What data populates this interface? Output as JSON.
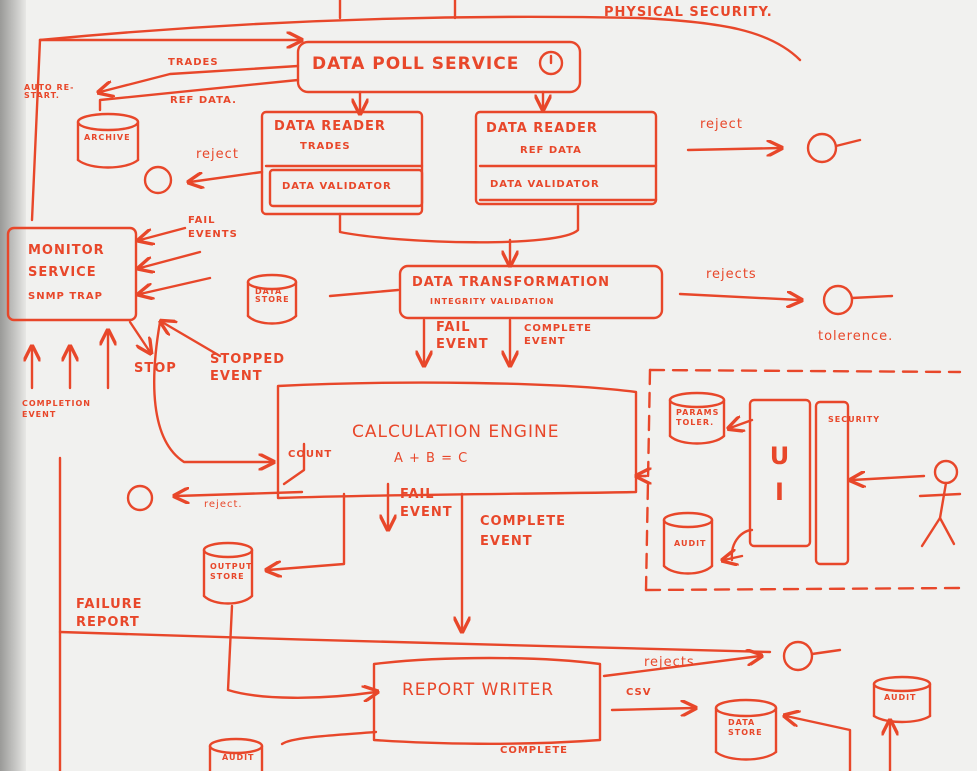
{
  "ink_color": "#e8472a",
  "board_color": "#f1f1ef",
  "labels": {
    "physical_security": "PHYSICAL SECURITY.",
    "data_poll_service": "DATA POLL SERVICE",
    "trades": "TRADES",
    "auto_restart": "AUTO RE-START.",
    "ref_data_line": "REF DATA.",
    "archive": "ARCHIVE",
    "reader_trades_title": "DATA READER",
    "reader_trades_sub": "TRADES",
    "reader_trades_validator": "DATA VALIDATOR",
    "reader_ref_title": "DATA READER",
    "reader_ref_sub": "REF DATA",
    "reader_ref_validator": "DATA VALIDATOR",
    "reject_left": "reject",
    "reject_right": "reject",
    "fail_events": "FAIL EVENTS",
    "monitor_line1": "MONITOR",
    "monitor_line2": "SERVICE",
    "monitor_line3": "SNMP TRAP",
    "data_store_left": "DATA STORE",
    "transform_title": "DATA TRANSFORMATION",
    "transform_sub": "INTEGRITY VALIDATION",
    "rejects_transform": "rejects",
    "tolerance": "tolerence.",
    "fail_event_1": "FAIL EVENT",
    "complete_event_1": "COMPLETE EVENT",
    "stop": "STOP",
    "stopped_event": "STOPPED EVENT",
    "completion_event": "COMPLETION EVENT",
    "calc_engine": "CALCULATION ENGINE",
    "count": "COUNT",
    "formula": "A + B = C",
    "params": "PARAMS TOLER.",
    "ui": "U I",
    "security_vertical": "SECURITY",
    "audit_ui": "AUDIT",
    "reject_calc": "reject.",
    "fail_event_2": "FAIL EVENT",
    "complete_event_2": "COMPLETE EVENT",
    "output_store": "OUTPUT STORE",
    "failure_report": "FAILURE REPORT",
    "report_writer": "REPORT WRITER",
    "rejects_report": "rejects",
    "csv": "CSV",
    "data_store_right": "DATA STORE",
    "audit_right": "AUDIT",
    "audit_bottom": "AUDIT",
    "complete_bottom": "COMPLETE"
  }
}
